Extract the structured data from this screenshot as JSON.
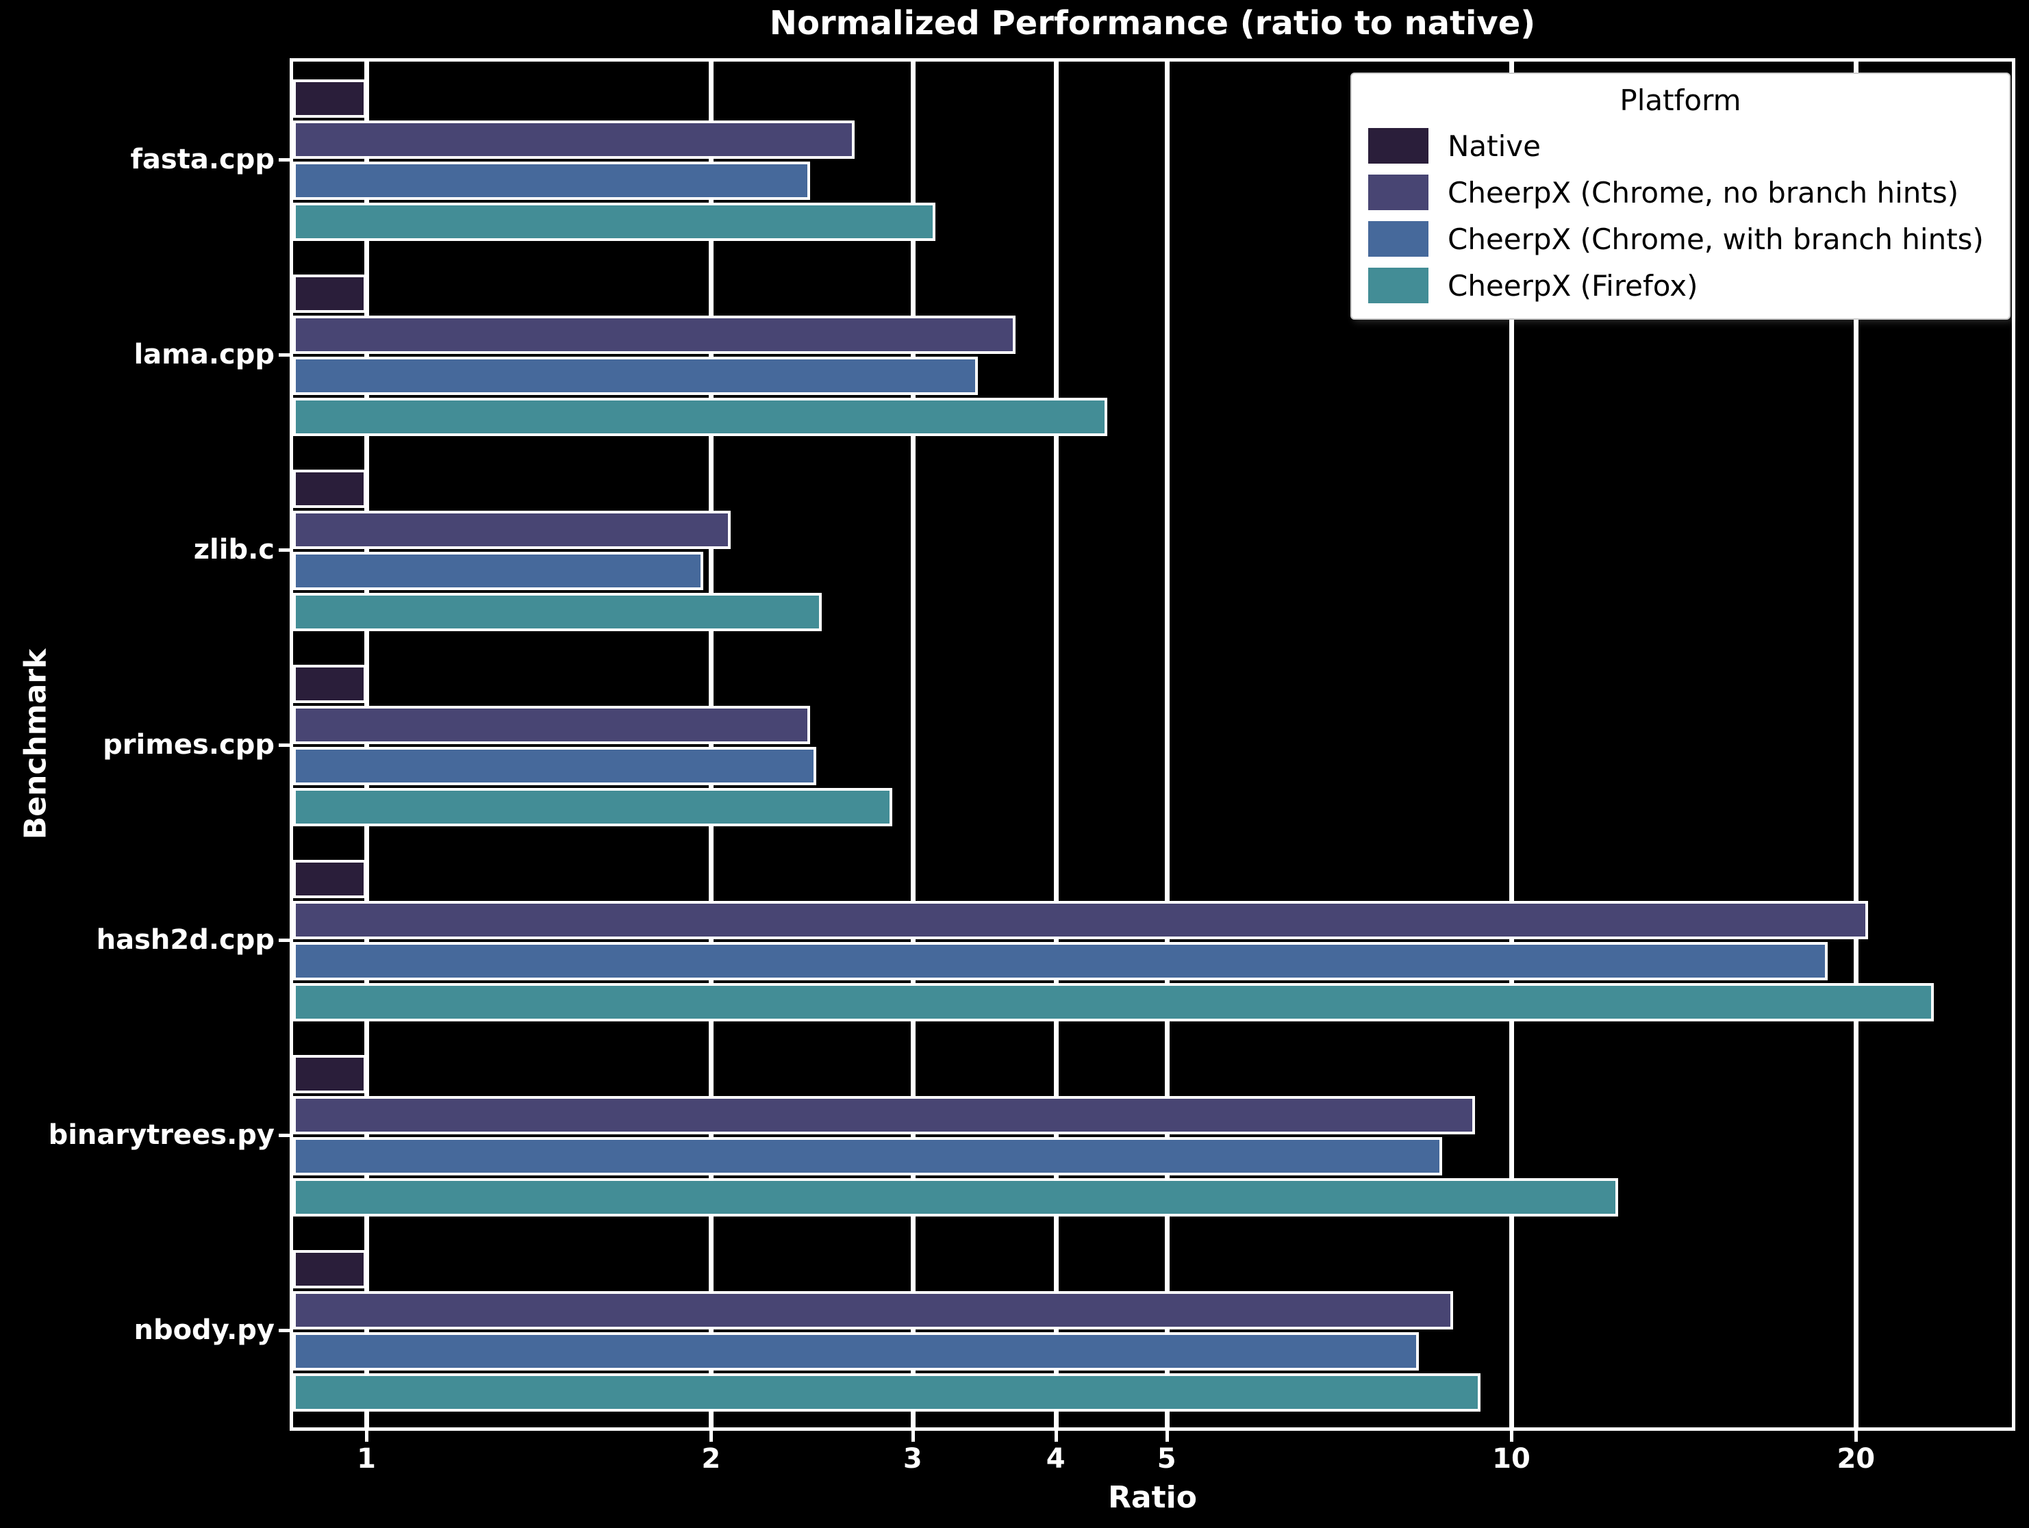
{
  "title": "Normalized Performance (ratio to native)",
  "xlabel": "Ratio",
  "ylabel": "Benchmark",
  "legend": {
    "title": "Platform",
    "position": "upper right"
  },
  "colors": {
    "background": "#000000",
    "foreground": "#ffffff",
    "grid": "#ffffff",
    "bar_edge": "#ffffff",
    "legend_bg": "#ffffff",
    "legend_text": "#000000"
  },
  "chart_data": {
    "type": "bar",
    "orientation": "horizontal",
    "x_scale": "log",
    "grid": true,
    "x_range": [
      0.865,
      27.4
    ],
    "x_ticks": [
      1,
      2,
      3,
      4,
      5,
      10,
      20
    ],
    "x_tick_labels": [
      "1",
      "2",
      "3",
      "4",
      "5",
      "10",
      "20"
    ],
    "categories": [
      "fasta.cpp",
      "lama.cpp",
      "zlib.c",
      "primes.cpp",
      "hash2d.cpp",
      "binarytrees.py",
      "nbody.py"
    ],
    "series": [
      {
        "name": "Native",
        "color": "#2a1e3a",
        "values": [
          1.0,
          1.0,
          1.0,
          1.0,
          1.0,
          1.0,
          1.0
        ]
      },
      {
        "name": "CheerpX (Chrome, no branch hints)",
        "color": "#484573",
        "values": [
          2.67,
          3.69,
          2.08,
          2.44,
          20.5,
          9.3,
          8.9
        ]
      },
      {
        "name": "CheerpX (Chrome, with branch hints)",
        "color": "#46699b",
        "values": [
          2.44,
          3.42,
          1.97,
          2.47,
          18.9,
          8.7,
          8.3
        ]
      },
      {
        "name": "CheerpX (Firefox)",
        "color": "#438d96",
        "values": [
          3.14,
          4.44,
          2.5,
          2.88,
          23.4,
          12.4,
          9.4
        ]
      }
    ]
  }
}
